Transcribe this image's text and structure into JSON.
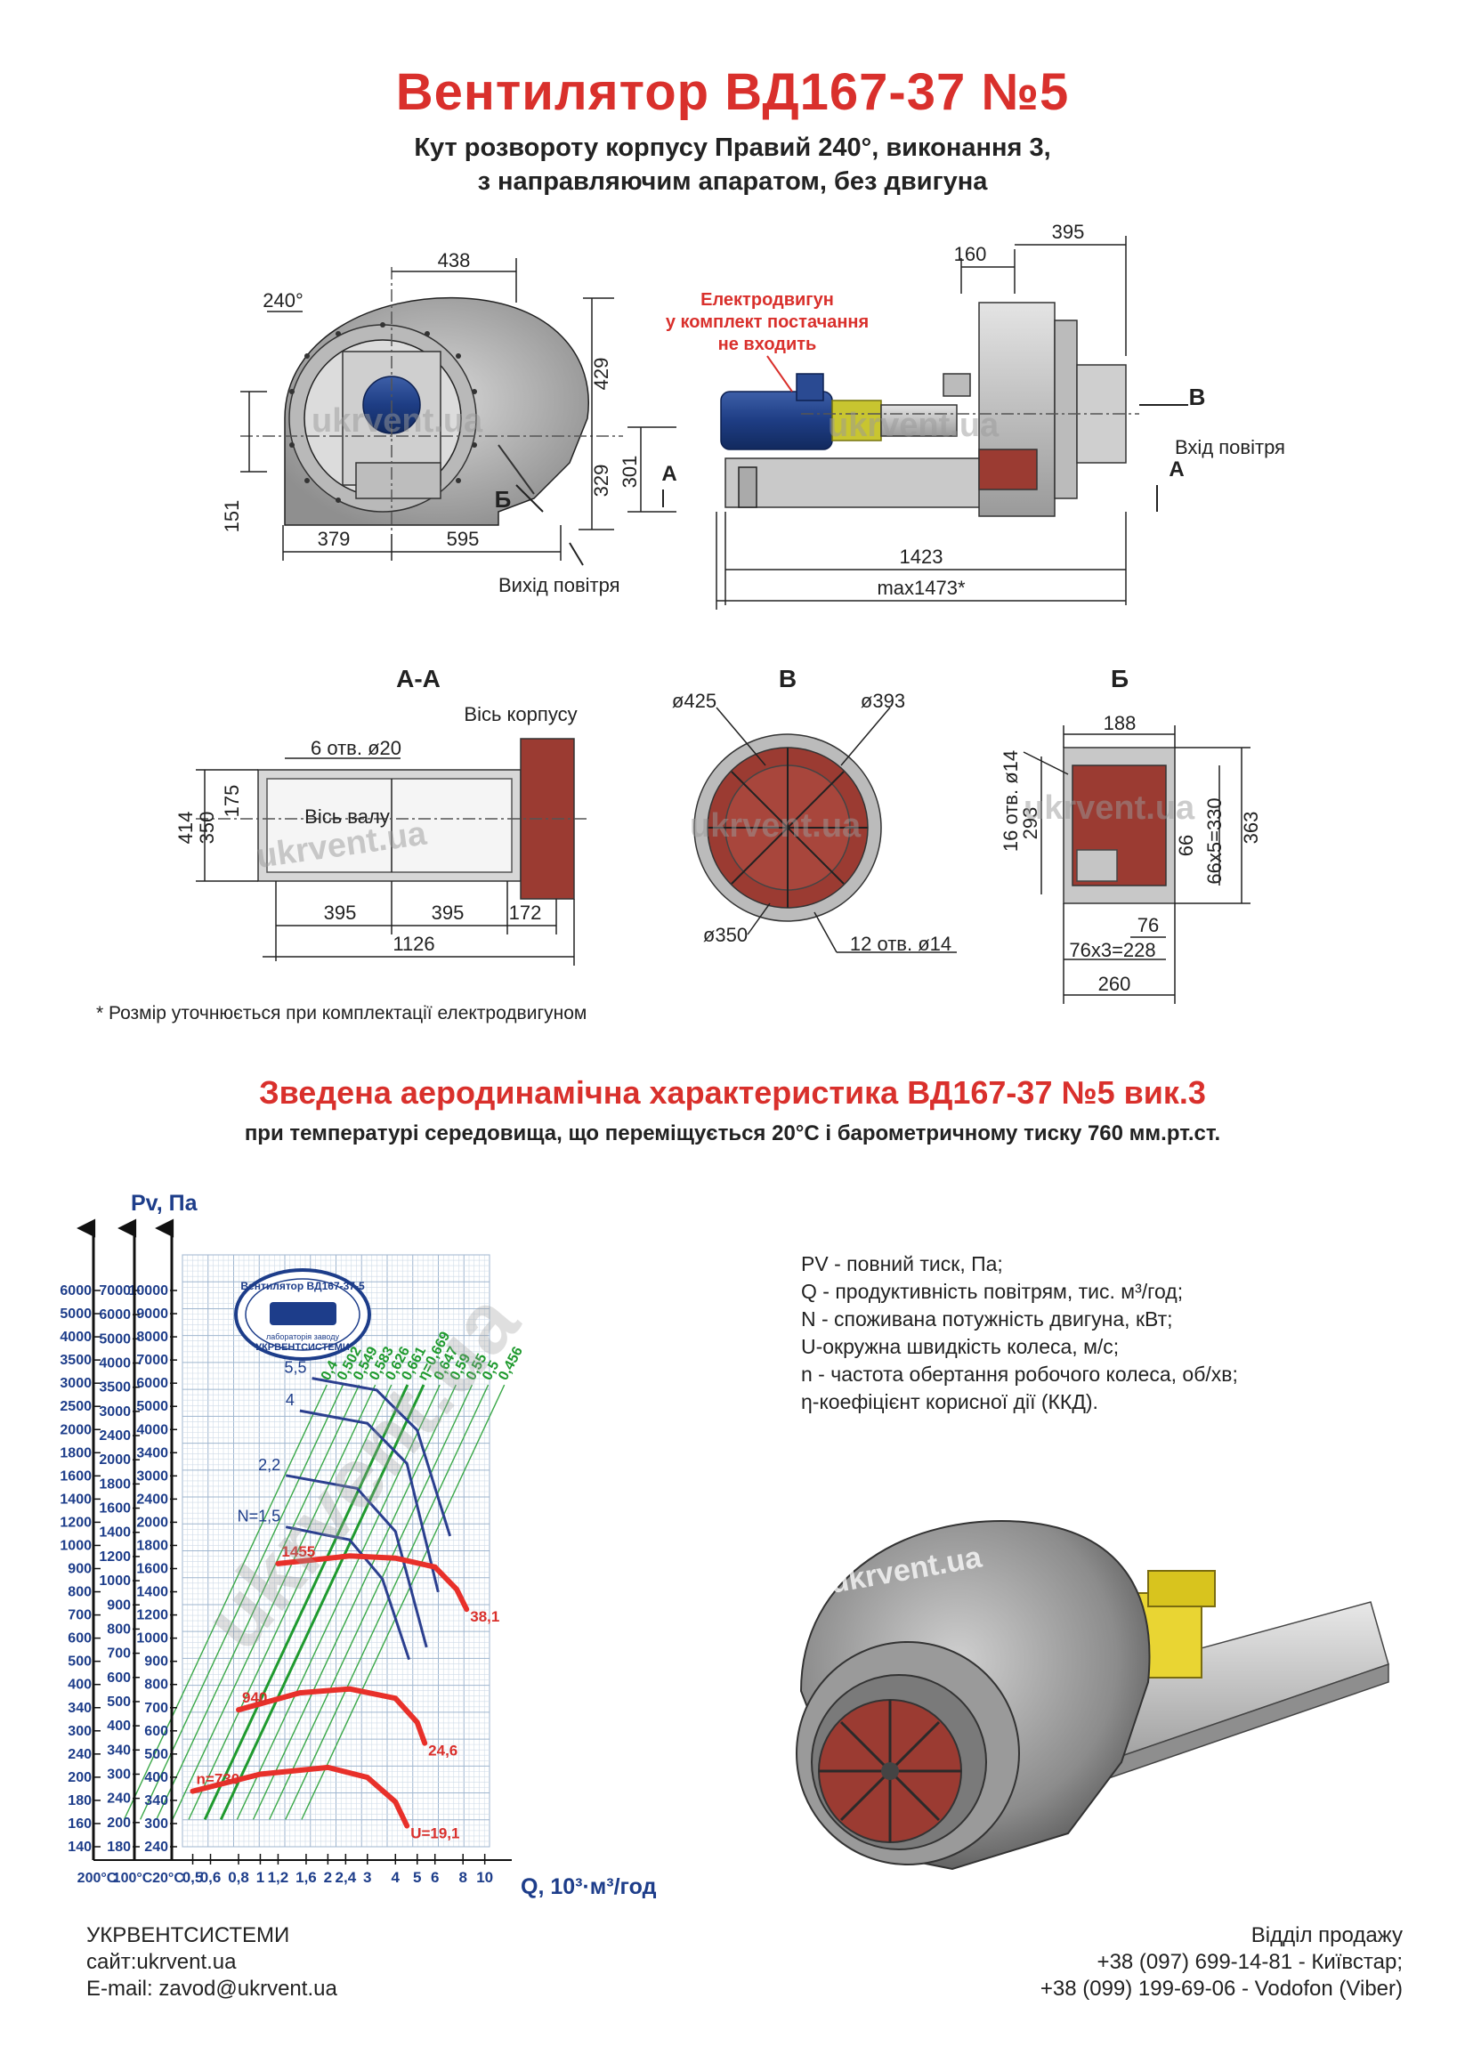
{
  "header": {
    "title": "Вентилятор  ВД167-37 №5",
    "subtitle_line1": "Кут розвороту корпусу Правий 240°, виконання 3,",
    "subtitle_line2": "з направляючим апаратом, без двигуна"
  },
  "drawings": {
    "front": {
      "angle": "240°",
      "d438": "438",
      "d429": "429",
      "d329": "329",
      "d151": "151",
      "d379": "379",
      "d595": "595",
      "section_b": "Б",
      "outlet": "Вихід повітря"
    },
    "side": {
      "motor_note_1": "Електродвигун",
      "motor_note_2": "у комплект постачання",
      "motor_note_3": "не входить",
      "d160": "160",
      "d395": "395",
      "d301": "301",
      "d1423": "1423",
      "dmax": "max1473*",
      "label_a": "А",
      "label_a2": "А",
      "label_b": "В",
      "inlet": "Вхід повітря"
    },
    "section_aa": {
      "title": "А-А",
      "holes": "6 отв. ø20",
      "axis_body": "Вісь корпусу",
      "axis_shaft": "Вісь валу",
      "d414": "414",
      "d350": "350",
      "d175": "175",
      "d395a": "395",
      "d395b": "395",
      "d172": "172",
      "d1126": "1126"
    },
    "view_b": {
      "title": "В",
      "d425": "ø425",
      "d393": "ø393",
      "d350": "ø350",
      "holes": "12 отв. ø14"
    },
    "view_bb": {
      "title": "Б",
      "d188": "188",
      "holes": "16 отв. ø14",
      "d293": "293",
      "d363": "363",
      "d66x5": "66x5=330",
      "d66": "66",
      "d76": "76",
      "d76x3": "76x3=228",
      "d260": "260"
    }
  },
  "footnote": "* Розмір уточнюється при комплектації електродвигуном",
  "chart_section": {
    "title": "Зведена аеродинамічна характеристика ВД167-37 №5 вик.3",
    "subtitle": "при температурі середовища, що переміщується 20°С і барометричному тиску 760 мм.рт.ст."
  },
  "legend": [
    "PV - повний тиск, Па;",
    "Q - продуктивність повітрям, тис. м³/год;",
    "N - споживана потужність двигуна, кВт;",
    "U-окружна швидкість колеса, м/с;",
    "n - частота обертання робочого колеса, об/хв;",
    "η-коефіцієнт корисної дії (ККД)."
  ],
  "stamp": {
    "line1": "Вентилятор ВД167-37-5",
    "line2": "лабораторія заводу",
    "line3": "УКРВЕНТСИСТЕМИ"
  },
  "watermark": "ukrvent.ua",
  "render_watermark": "ukrvent.ua",
  "chart_data": {
    "type": "line",
    "scale": "log-log",
    "ylabel": "Pv, Па",
    "xlabel": "Q, 10³·м³/год",
    "x_ticks": [
      "0,5",
      "0,6",
      "0,8",
      "1",
      "1,2",
      "1,6",
      "2",
      "2,4",
      "3",
      "4",
      "5",
      "6",
      "8",
      "10"
    ],
    "x_temp_labels": [
      "200°С",
      "100°С",
      "20°С"
    ],
    "y_axis_200": [
      "6000",
      "5000",
      "4000",
      "3500",
      "3000",
      "2500",
      "2000",
      "1800",
      "1600",
      "1400",
      "1200",
      "1000",
      "900",
      "800",
      "700",
      "600",
      "500",
      "400",
      "340",
      "300",
      "240",
      "200",
      "180",
      "160",
      "140"
    ],
    "y_axis_100": [
      "7000",
      "6000",
      "5000",
      "4000",
      "3500",
      "3000",
      "2400",
      "2000",
      "1800",
      "1600",
      "1400",
      "1200",
      "1000",
      "900",
      "800",
      "700",
      "600",
      "500",
      "400",
      "340",
      "300",
      "240",
      "200",
      "180"
    ],
    "y_axis_20": [
      "10000",
      "9000",
      "8000",
      "7000",
      "6000",
      "5000",
      "4000",
      "3400",
      "3000",
      "2400",
      "2000",
      "1800",
      "1600",
      "1400",
      "1200",
      "1000",
      "900",
      "800",
      "700",
      "600",
      "500",
      "400",
      "340",
      "300",
      "240"
    ],
    "series": [
      {
        "name": "n=730",
        "end_label": "U=19,1",
        "points": [
          [
            0.5,
            290
          ],
          [
            1.0,
            325
          ],
          [
            2.0,
            340
          ],
          [
            3.0,
            318
          ],
          [
            4.0,
            270
          ],
          [
            4.5,
            230
          ]
        ]
      },
      {
        "name": "940",
        "end_label": "24,6",
        "points": [
          [
            0.8,
            500
          ],
          [
            1.5,
            560
          ],
          [
            2.5,
            575
          ],
          [
            4.0,
            540
          ],
          [
            5.0,
            460
          ],
          [
            5.4,
            400
          ]
        ]
      },
      {
        "name": "1455",
        "end_label": "38,1",
        "points": [
          [
            1.2,
            1330
          ],
          [
            2.5,
            1400
          ],
          [
            4.0,
            1380
          ],
          [
            6.0,
            1300
          ],
          [
            7.5,
            1120
          ],
          [
            8.3,
            980
          ]
        ]
      }
    ],
    "power_curves": [
      {
        "name": "N=1,5",
        "points": [
          [
            1.3,
            1700
          ],
          [
            2.5,
            1560
          ],
          [
            3.5,
            1200
          ],
          [
            4.6,
            700
          ]
        ]
      },
      {
        "name": "2,2",
        "points": [
          [
            1.3,
            2400
          ],
          [
            2.7,
            2200
          ],
          [
            4.0,
            1650
          ],
          [
            5.5,
            760
          ]
        ]
      },
      {
        "name": "4",
        "points": [
          [
            1.5,
            3700
          ],
          [
            3.0,
            3400
          ],
          [
            4.5,
            2600
          ],
          [
            6.2,
            1100
          ]
        ]
      },
      {
        "name": "5,5",
        "points": [
          [
            1.7,
            4600
          ],
          [
            3.3,
            4250
          ],
          [
            5.0,
            3250
          ],
          [
            7.0,
            1600
          ]
        ]
      }
    ],
    "efficiency_labels": [
      "0,4",
      "0,502",
      "0,549",
      "0,583",
      "0,626",
      "0,661",
      "η=0,669",
      "0,647",
      "0,59",
      "0,55",
      "0,5",
      "0,456"
    ]
  },
  "footer": {
    "company": "УКРВЕНТСИСТЕМИ",
    "site": "сайт:ukrvent.ua",
    "email": "E-mail: zavod@ukrvent.ua",
    "sales": "Відділ продажу",
    "phone1": "+38 (097) 699-14-81 - Київстар;",
    "phone2": "+38 (099) 199-69-06 - Vodofon (Viber)"
  }
}
